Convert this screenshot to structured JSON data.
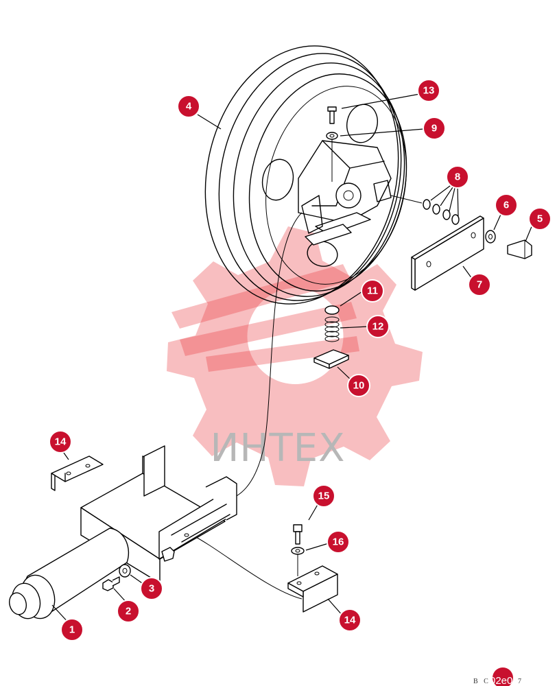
{
  "watermark": {
    "text": "ИНТЕХ",
    "color": "#e8343a"
  },
  "accent_color": "#c8102e",
  "callouts": [
    {
      "id": "c1",
      "label": "1"
    },
    {
      "id": "c2",
      "label": "2"
    },
    {
      "id": "c3",
      "label": "3"
    },
    {
      "id": "c4",
      "label": "4"
    },
    {
      "id": "c5",
      "label": "5"
    },
    {
      "id": "c6",
      "label": "6"
    },
    {
      "id": "c7",
      "label": "7"
    },
    {
      "id": "c8",
      "label": "8"
    },
    {
      "id": "c9",
      "label": "9"
    },
    {
      "id": "c10",
      "label": "10"
    },
    {
      "id": "c11",
      "label": "11"
    },
    {
      "id": "c12",
      "label": "12"
    },
    {
      "id": "c13",
      "label": "13"
    },
    {
      "id": "c14a",
      "label": "14"
    },
    {
      "id": "c14b",
      "label": "14"
    },
    {
      "id": "c15",
      "label": "15"
    },
    {
      "id": "c16",
      "label": "16"
    }
  ],
  "drawing_code": {
    "prefix": "B C ",
    "middle": "02e0",
    "suffix": " 7"
  }
}
